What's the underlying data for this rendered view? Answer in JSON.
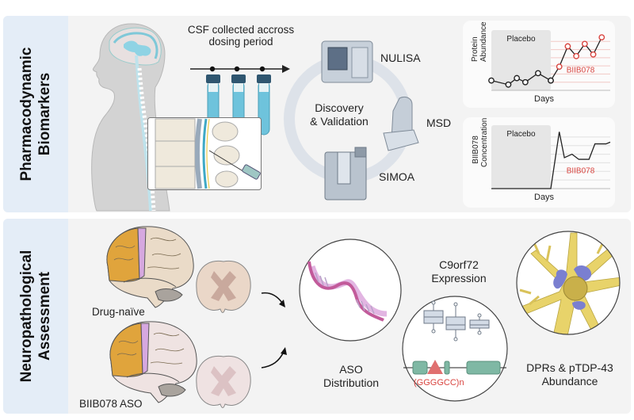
{
  "sections": {
    "top": {
      "label_line1": "Pharmacodynamic",
      "label_line2": "Biomarkers",
      "csf_caption_line1": "CSF collected accross",
      "csf_caption_line2": "dosing period",
      "cycle_center_line1": "Discovery",
      "cycle_center_line2": "& Validation",
      "platforms": [
        "NULISA",
        "MSD",
        "SIMOA"
      ]
    },
    "bottom": {
      "label_line1": "Neuropathological",
      "label_line2": "Assessment",
      "brain_labels": [
        "Drug-naïve",
        "BIIB078 ASO"
      ],
      "aso_caption_line1": "ASO",
      "aso_caption_line2": "Distribution",
      "c9_caption_line1": "C9orf72",
      "c9_caption_line2": "Expression",
      "repeat_label": "(GGGGCC)n",
      "dpr_caption_line1": "DPRs & pTDP-43",
      "dpr_caption_line2": "Abundance"
    }
  },
  "colors": {
    "treatment_red": "#d9443f",
    "csf_blue": "#6ec3dc",
    "frontal_orange": "#e0a43c",
    "motor_pink": "#d6a8e0",
    "neuron_yellow": "#e8d36a",
    "inclusion_blue": "#7a7fd0",
    "exon_teal": "#7fb8a4"
  },
  "chart_data": [
    {
      "type": "line",
      "title": "",
      "xlabel": "Days",
      "ylabel": "Protein Abundance",
      "regions": [
        {
          "label": "Placebo",
          "x": [
            0,
            7
          ]
        },
        {
          "label": "BIIB078",
          "x": [
            7,
            14
          ]
        }
      ],
      "series": [
        {
          "name": "Placebo",
          "x": [
            0,
            2,
            3,
            4,
            5.5,
            7
          ],
          "values": [
            1.2,
            0.7,
            1.5,
            1.0,
            2.1,
            1.2
          ]
        },
        {
          "name": "BIIB078",
          "x": [
            7,
            8,
            9,
            10,
            11,
            12,
            13
          ],
          "values": [
            1.2,
            2.9,
            5.4,
            4.2,
            5.7,
            4.4,
            6.5
          ]
        }
      ],
      "ylim": [
        0,
        7
      ],
      "grid": true
    },
    {
      "type": "line",
      "title": "",
      "xlabel": "Days",
      "ylabel": "BIIB078 Concentration",
      "regions": [
        {
          "label": "Placebo",
          "x": [
            0,
            7
          ]
        },
        {
          "label": "BIIB078",
          "x": [
            7,
            14
          ]
        }
      ],
      "series": [
        {
          "name": "BIIB078",
          "x": [
            0,
            7,
            8,
            8.6,
            9.5,
            10.3,
            11.5,
            12.2,
            13.5,
            14
          ],
          "values": [
            0,
            0,
            6.6,
            3.6,
            4.0,
            3.4,
            3.4,
            5.2,
            5.2,
            5.4
          ]
        }
      ],
      "ylim": [
        0,
        7
      ],
      "grid": true
    }
  ]
}
